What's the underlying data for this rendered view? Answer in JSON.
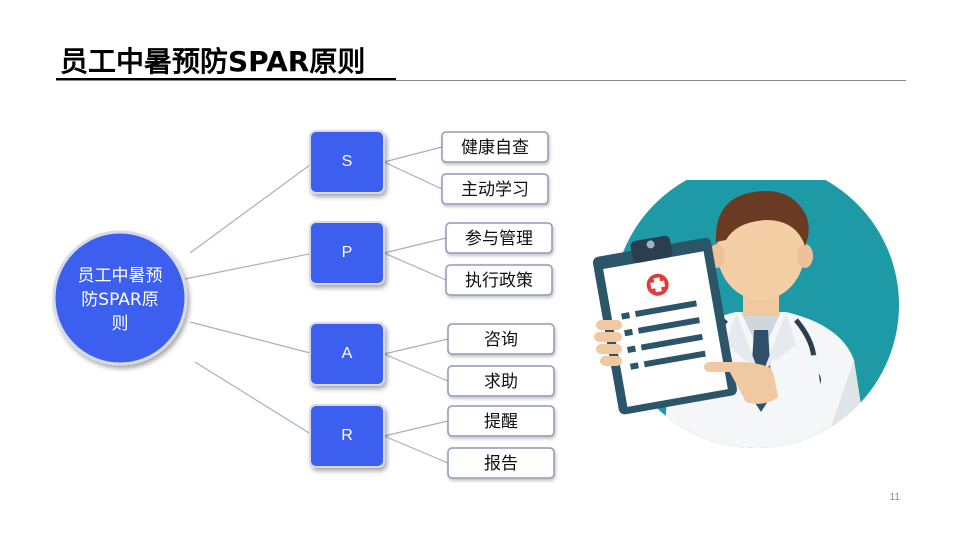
{
  "slide": {
    "title": "员工中暑预防SPAR原则",
    "page_number": "11"
  },
  "diagram": {
    "center_node": {
      "label_lines": [
        "员工中暑预",
        "防SPAR原",
        "则"
      ]
    },
    "letters": [
      {
        "letter": "S",
        "items": [
          "健康自查",
          "主动学习"
        ]
      },
      {
        "letter": "P",
        "items": [
          "参与管理",
          "执行政策"
        ]
      },
      {
        "letter": "A",
        "items": [
          "咨询",
          "求助"
        ]
      },
      {
        "letter": "R",
        "items": [
          "提醒",
          "报告"
        ]
      }
    ]
  },
  "colors": {
    "node_fill": "#3c5ef0",
    "node_stroke": "#d6dbe6",
    "item_stroke": "#8e9bb3",
    "connector": "#a9b0bd",
    "teal_circle": "#1d9aa6"
  },
  "illustration": {
    "subject": "doctor-holding-clipboard"
  }
}
